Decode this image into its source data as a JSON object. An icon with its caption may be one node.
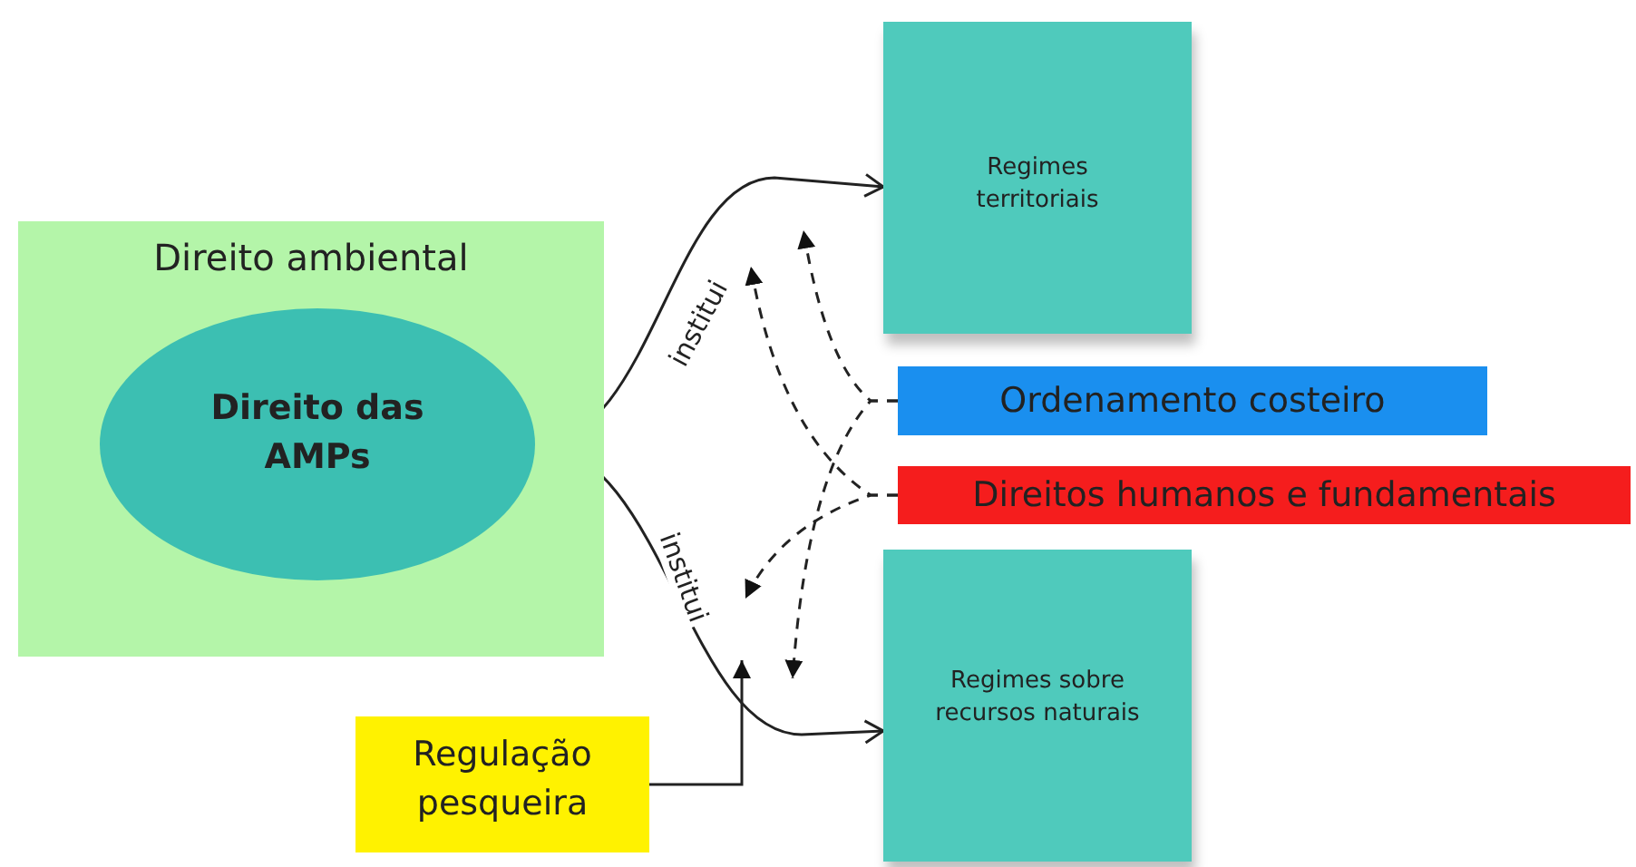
{
  "diagram": {
    "nodes": [
      {
        "text": [
          "Direito ambiental"
        ]
      },
      {
        "text": [
          "Direito das AMPs"
        ],
        "in": 0
      },
      {
        "text": [
          "Regimes territoriais"
        ]
      },
      {
        "text": [
          "Ordenamento costeiro"
        ]
      },
      {
        "text": [
          "Direitos humanos e fundamentais"
        ]
      },
      {
        "text": [
          "Regimes sobre recursos naturais"
        ]
      },
      {
        "text": [
          "Regulação pesqueira"
        ]
      }
    ],
    "edges": [
      {
        "from": 1,
        "to": 2,
        "arrow": "to",
        "label": "institui"
      },
      {
        "from": 1,
        "to": 5,
        "arrow": "to",
        "label": "institui"
      },
      {
        "from": 3,
        "to": null,
        "arrow": "to",
        "style": "dashed"
      },
      {
        "from": 3,
        "to": null,
        "arrow": "to",
        "style": "dashed"
      },
      {
        "from": 4,
        "to": null,
        "arrow": "to",
        "style": "dashed"
      },
      {
        "from": 4,
        "to": null,
        "arrow": "to",
        "style": "dashed"
      },
      {
        "from": 6,
        "to": null,
        "arrow": "to"
      }
    ]
  }
}
